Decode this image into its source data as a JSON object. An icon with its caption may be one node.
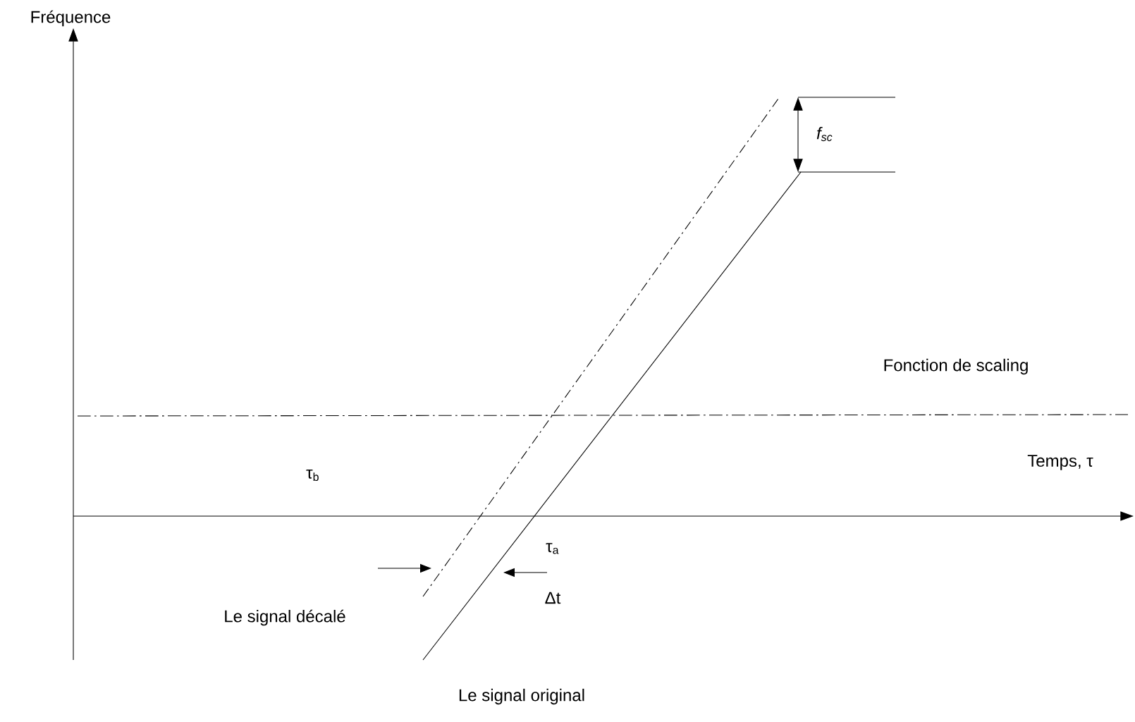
{
  "diagram": {
    "labels": [
      "Fréquence",
      "f$_{sc}$",
      "Fonction de scaling",
      "Temps, τ",
      "τ$_{b}$",
      "τ$_{a}$",
      "Δt",
      "Le signal décalé",
      "Le signal original"
    ]
  }
}
